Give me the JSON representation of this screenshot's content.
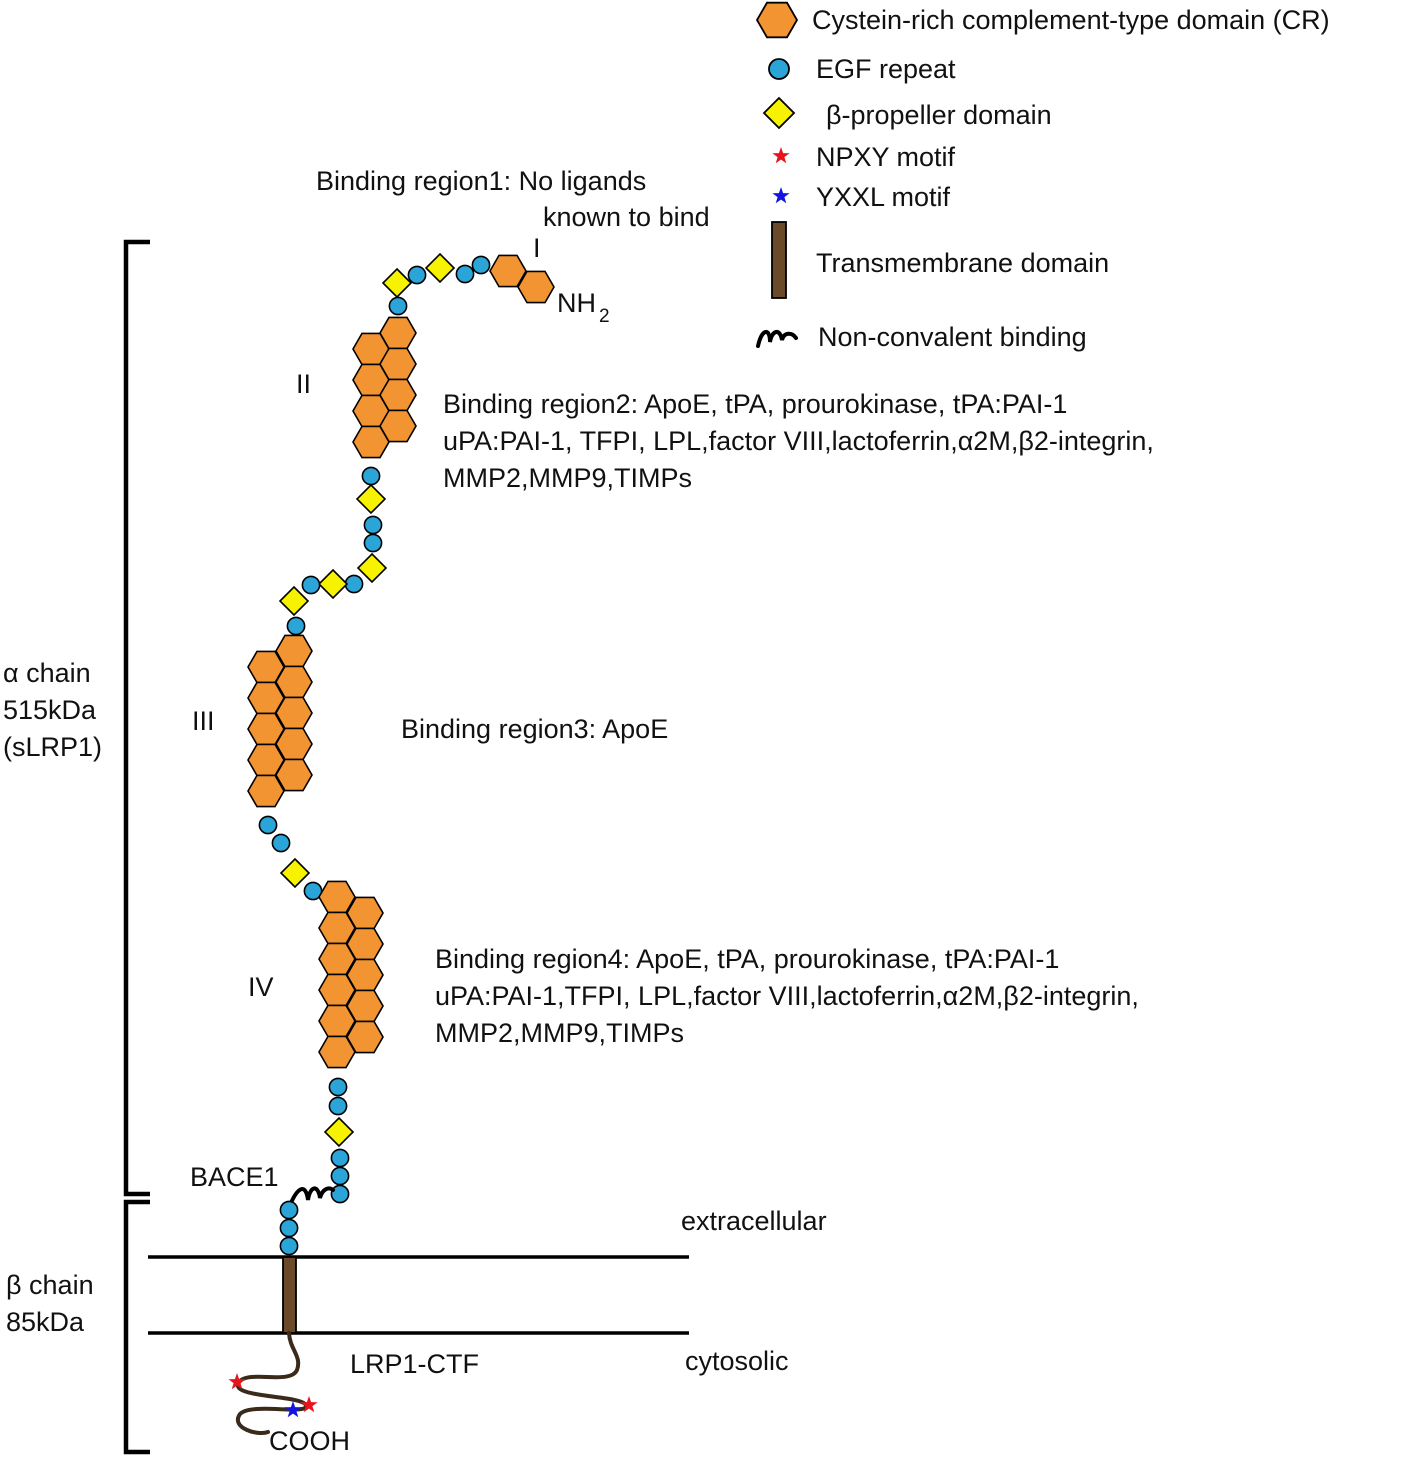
{
  "legend": {
    "cr": "Cystein-rich complement-type domain (CR)",
    "egf": "EGF repeat",
    "propeller": "β-propeller domain",
    "npxy": "NPXY motif",
    "yxxl": "YXXL motif",
    "tm": "Transmembrane domain",
    "noncov": "Non-convalent binding"
  },
  "regions": {
    "r1_line1": "Binding region1: No ligands",
    "r1_line2": "known to bind",
    "r2_line1": "Binding region2: ApoE, tPA, prourokinase, tPA:PAI-1",
    "r2_line2": "uPA:PAI-1, TFPI, LPL,factor VIII,lactoferrin,α2M,β2-integrin,",
    "r2_line3": "MMP2,MMP9,TIMPs",
    "r3": "Binding region3: ApoE",
    "r4_line1": "Binding region4: ApoE, tPA, prourokinase, tPA:PAI-1",
    "r4_line2": "uPA:PAI-1,TFPI, LPL,factor VIII,lactoferrin,α2M,β2-integrin,",
    "r4_line3": "MMP2,MMP9,TIMPs"
  },
  "romans": {
    "i": "I",
    "ii": "II",
    "iii": "III",
    "iv": "IV"
  },
  "terminal": {
    "nh": "NH",
    "nh_sub": "2",
    "cooh": "COOH"
  },
  "alpha": {
    "line1": "α chain",
    "line2": "515kDa",
    "line3": "(sLRP1)"
  },
  "beta": {
    "line1": "β chain",
    "line2": "85kDa"
  },
  "labels": {
    "bace1": "BACE1",
    "extracellular": "extracellular",
    "cytosolic": "cytosolic",
    "ctf": "LRP1-CTF"
  },
  "colors": {
    "cr": "#F39433",
    "egf": "#2BA4D8",
    "propeller": "#F7F200",
    "npxy": "#E8141B",
    "yxxl": "#1414E0",
    "tm": "#6B4A2A",
    "line": "#111111"
  }
}
